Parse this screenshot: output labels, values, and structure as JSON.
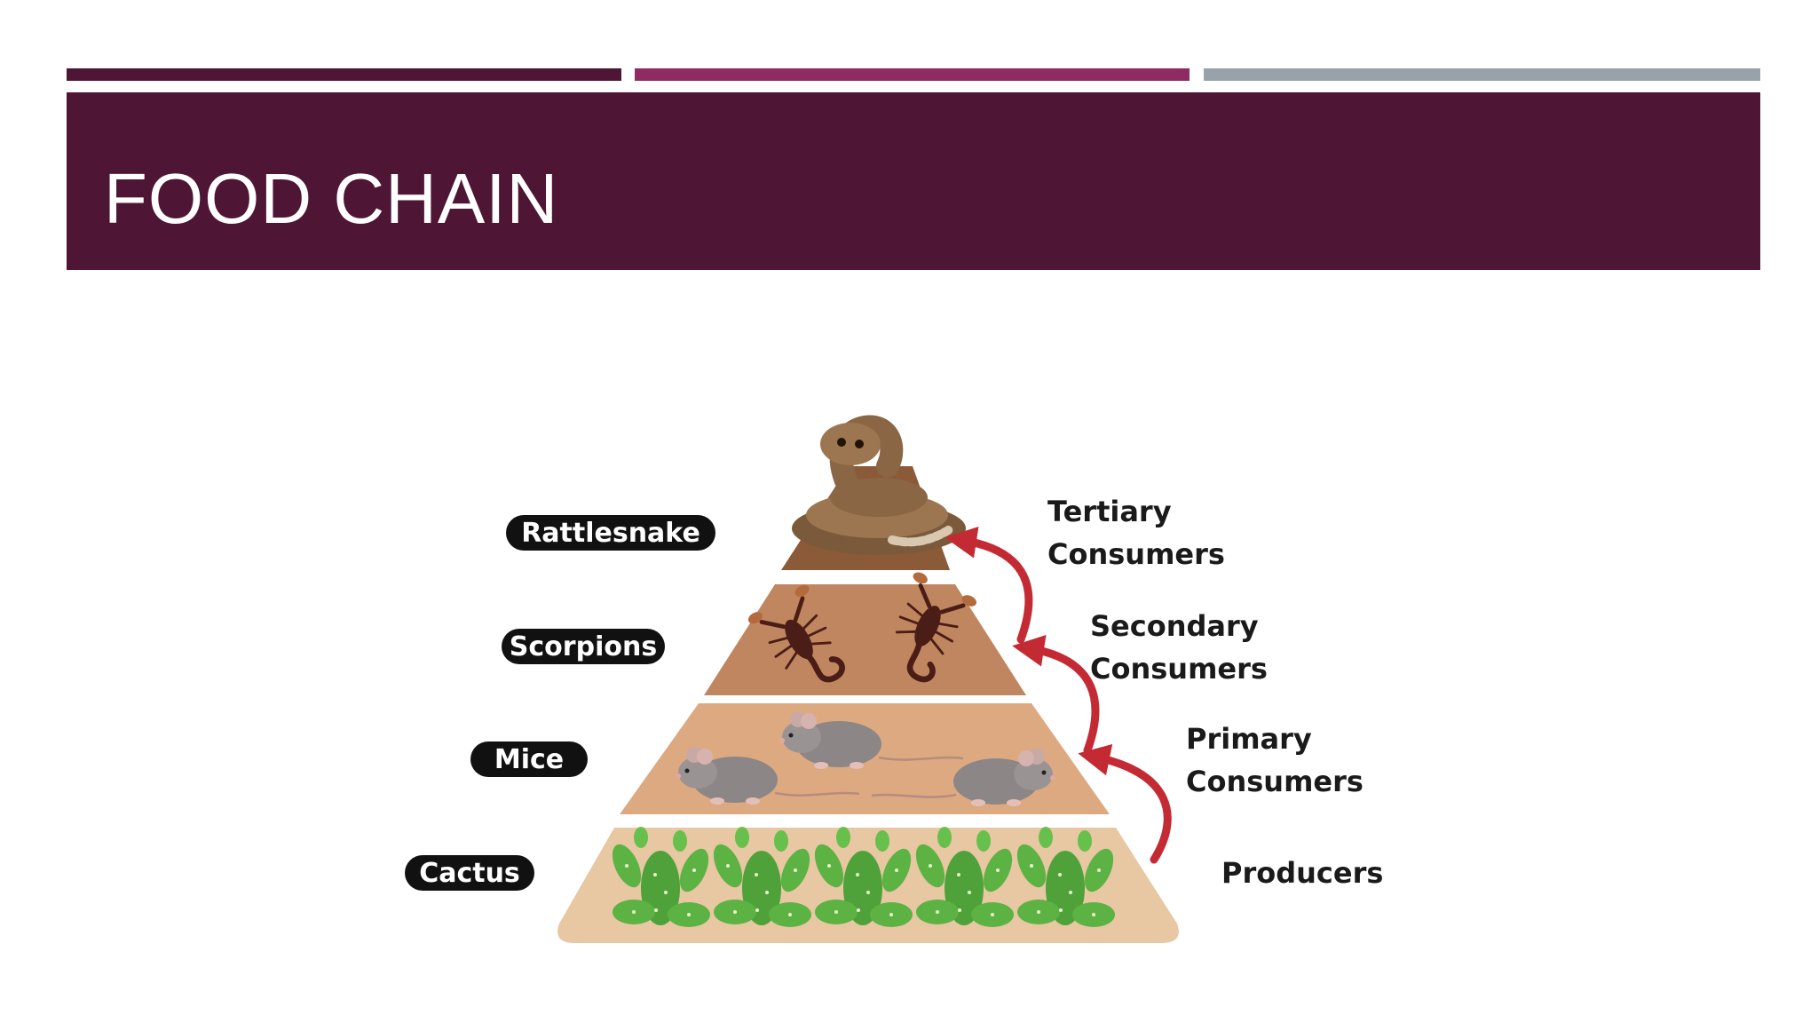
{
  "slide": {
    "title": "FOOD CHAIN"
  },
  "colors": {
    "accent_1": "#4e1634",
    "accent_2": "#8e2c62",
    "accent_3": "#98a2a8",
    "title_band": "#4e1634",
    "arrow": "#c42a33"
  },
  "diagram": {
    "organisms": [
      {
        "label": "Rattlesnake",
        "icon": "rattlesnake-icon"
      },
      {
        "label": "Scorpions",
        "icon": "scorpion-icon"
      },
      {
        "label": "Mice",
        "icon": "mouse-icon"
      },
      {
        "label": "Cactus",
        "icon": "cactus-icon"
      }
    ],
    "trophic_levels": [
      {
        "line1": "Tertiary",
        "line2": "Consumers"
      },
      {
        "line1": "Secondary",
        "line2": "Consumers"
      },
      {
        "line1": "Primary",
        "line2": "Consumers"
      },
      {
        "line1": "Producers",
        "line2": ""
      }
    ]
  }
}
